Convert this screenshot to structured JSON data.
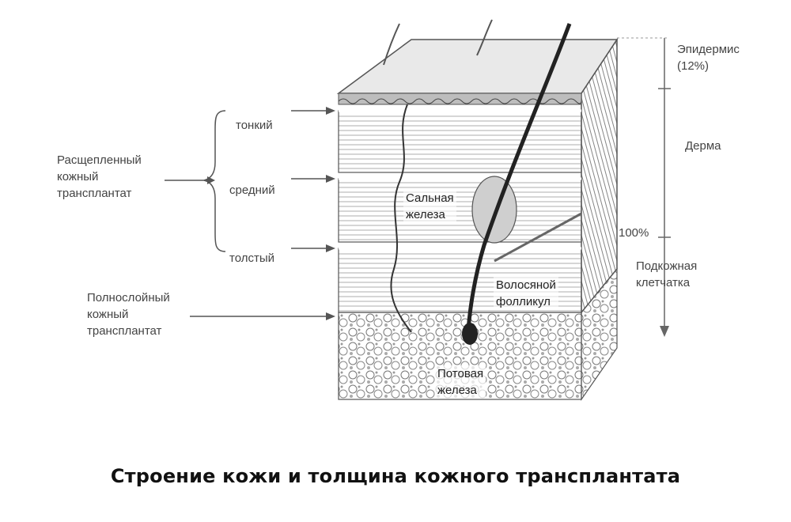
{
  "labels": {
    "epidermis": "Эпидермис\n(12%)",
    "dermis": "Дерма",
    "percent_100": "100%",
    "subcutis": "Подкожная\nклетчатка",
    "thin": "тонкий",
    "medium": "средний",
    "thick": "толстый",
    "split_graft": "Расщепленный\nкожный\nтрансплантат",
    "full_graft": "Полнослойный\nкожный\nтрансплантат",
    "sebaceous": "Сальная\nжелеза",
    "follicle": "Волосяной\nфолликул",
    "sweat": "Потовая\nжелеза"
  },
  "caption": "Строение кожи и толщина кожного трансплантата"
}
